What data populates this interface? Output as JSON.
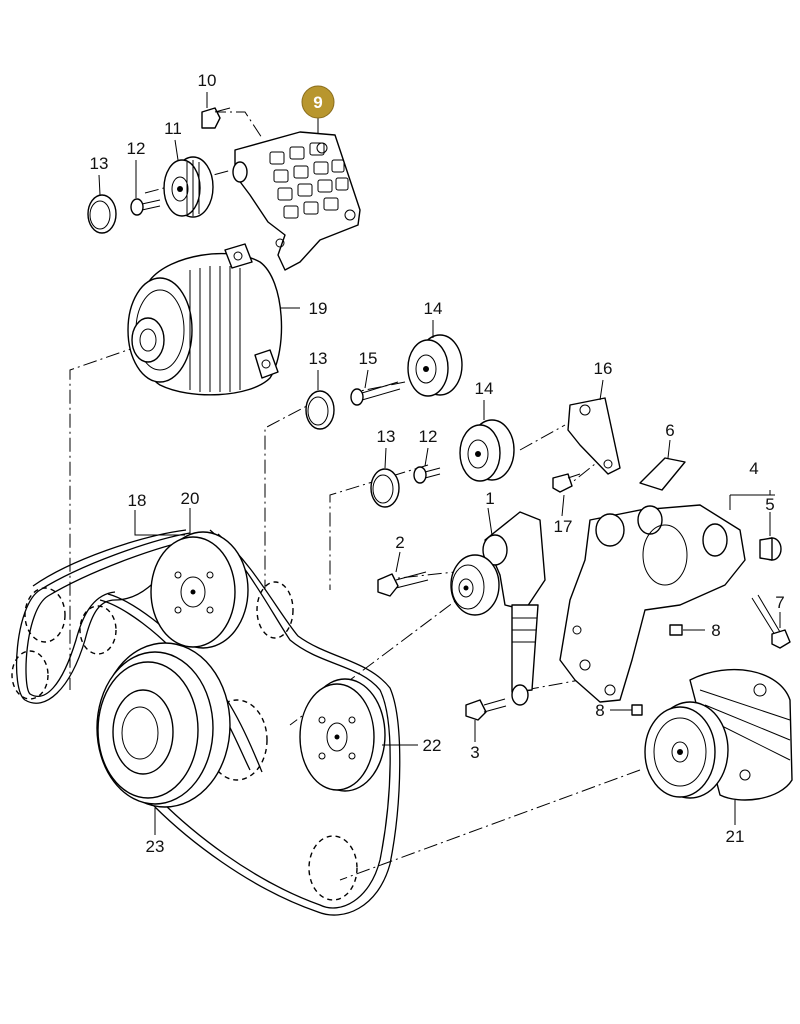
{
  "highlight_color": "#b8962e",
  "labels": {
    "p1": "1",
    "p2": "2",
    "p3": "3",
    "p4": "4",
    "p5": "5",
    "p6": "6",
    "p7": "7",
    "p8a": "8",
    "p8b": "8",
    "p9": "9",
    "p10": "10",
    "p11": "11",
    "p12a": "12",
    "p12b": "12",
    "p13a": "13",
    "p13b": "13",
    "p13c": "13",
    "p14a": "14",
    "p14b": "14",
    "p15": "15",
    "p16": "16",
    "p17": "17",
    "p18": "18",
    "p19": "19",
    "p20": "20",
    "p21": "21",
    "p22": "22",
    "p23": "23"
  },
  "highlighted_part": "9"
}
